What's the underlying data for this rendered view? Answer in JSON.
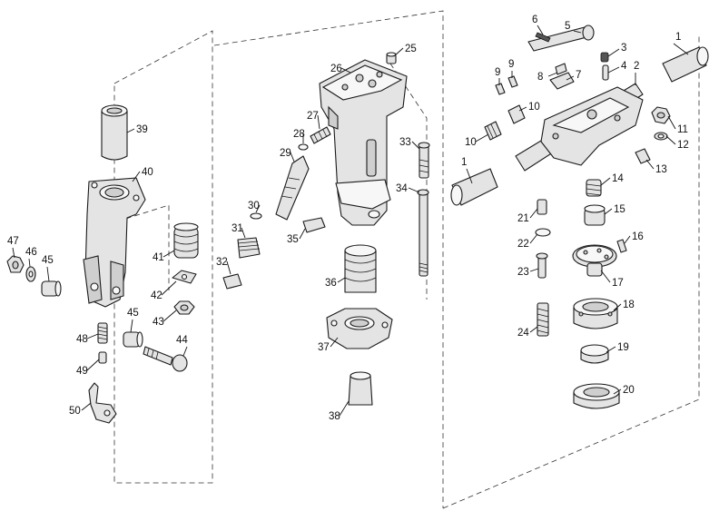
{
  "diagram": {
    "callouts": [
      {
        "id": "p1a",
        "label": "1"
      },
      {
        "id": "p1b",
        "label": "1"
      },
      {
        "id": "p2",
        "label": "2"
      },
      {
        "id": "p3",
        "label": "3"
      },
      {
        "id": "p4",
        "label": "4"
      },
      {
        "id": "p5",
        "label": "5"
      },
      {
        "id": "p6",
        "label": "6"
      },
      {
        "id": "p7",
        "label": "7"
      },
      {
        "id": "p8",
        "label": "8"
      },
      {
        "id": "p9a",
        "label": "9"
      },
      {
        "id": "p9b",
        "label": "9"
      },
      {
        "id": "p10a",
        "label": "10"
      },
      {
        "id": "p10b",
        "label": "10"
      },
      {
        "id": "p11",
        "label": "11"
      },
      {
        "id": "p12",
        "label": "12"
      },
      {
        "id": "p13",
        "label": "13"
      },
      {
        "id": "p14",
        "label": "14"
      },
      {
        "id": "p15",
        "label": "15"
      },
      {
        "id": "p16",
        "label": "16"
      },
      {
        "id": "p17",
        "label": "17"
      },
      {
        "id": "p18",
        "label": "18"
      },
      {
        "id": "p19",
        "label": "19"
      },
      {
        "id": "p20",
        "label": "20"
      },
      {
        "id": "p21",
        "label": "21"
      },
      {
        "id": "p22",
        "label": "22"
      },
      {
        "id": "p23",
        "label": "23"
      },
      {
        "id": "p24",
        "label": "24"
      },
      {
        "id": "p25",
        "label": "25"
      },
      {
        "id": "p26",
        "label": "26"
      },
      {
        "id": "p27",
        "label": "27"
      },
      {
        "id": "p28",
        "label": "28"
      },
      {
        "id": "p29",
        "label": "29"
      },
      {
        "id": "p30",
        "label": "30"
      },
      {
        "id": "p31",
        "label": "31"
      },
      {
        "id": "p32",
        "label": "32"
      },
      {
        "id": "p33",
        "label": "33"
      },
      {
        "id": "p34",
        "label": "34"
      },
      {
        "id": "p35",
        "label": "35"
      },
      {
        "id": "p36",
        "label": "36"
      },
      {
        "id": "p37",
        "label": "37"
      },
      {
        "id": "p38",
        "label": "38"
      },
      {
        "id": "p39",
        "label": "39"
      },
      {
        "id": "p40",
        "label": "40"
      },
      {
        "id": "p41",
        "label": "41"
      },
      {
        "id": "p42",
        "label": "42"
      },
      {
        "id": "p43",
        "label": "43"
      },
      {
        "id": "p44",
        "label": "44"
      },
      {
        "id": "p45a",
        "label": "45"
      },
      {
        "id": "p45b",
        "label": "45"
      },
      {
        "id": "p46",
        "label": "46"
      },
      {
        "id": "p47",
        "label": "47"
      },
      {
        "id": "p48",
        "label": "48"
      },
      {
        "id": "p49",
        "label": "49"
      },
      {
        "id": "p50",
        "label": "50"
      }
    ]
  }
}
